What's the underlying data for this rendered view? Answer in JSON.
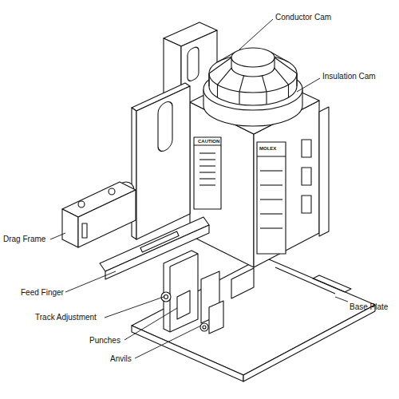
{
  "diagram": {
    "labels": [
      "Conductor Cam",
      "Insulation Cam",
      "Drag Frame",
      "Feed Finger",
      "Track Adjustment",
      "Punches",
      "Anvils",
      "Base Plate",
      "CAUTION",
      "MOLEX"
    ]
  }
}
